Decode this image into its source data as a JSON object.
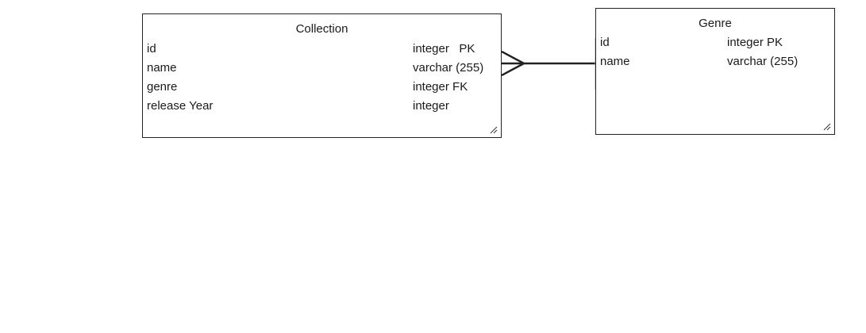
{
  "entities": {
    "collection": {
      "title": "Collection",
      "fields": [
        {
          "name": "id",
          "type": "integer   PK"
        },
        {
          "name": "name",
          "type": "varchar (255)"
        },
        {
          "name": "genre",
          "type": "integer FK"
        },
        {
          "name": "release Year",
          "type": "integer"
        }
      ]
    },
    "genre": {
      "title": "Genre",
      "fields": [
        {
          "name": "id",
          "type": "integer PK"
        },
        {
          "name": "name",
          "type": "varchar (255)"
        }
      ]
    }
  },
  "relationship": {
    "from": "Collection",
    "to": "Genre",
    "cardinality": "many-to-one"
  }
}
